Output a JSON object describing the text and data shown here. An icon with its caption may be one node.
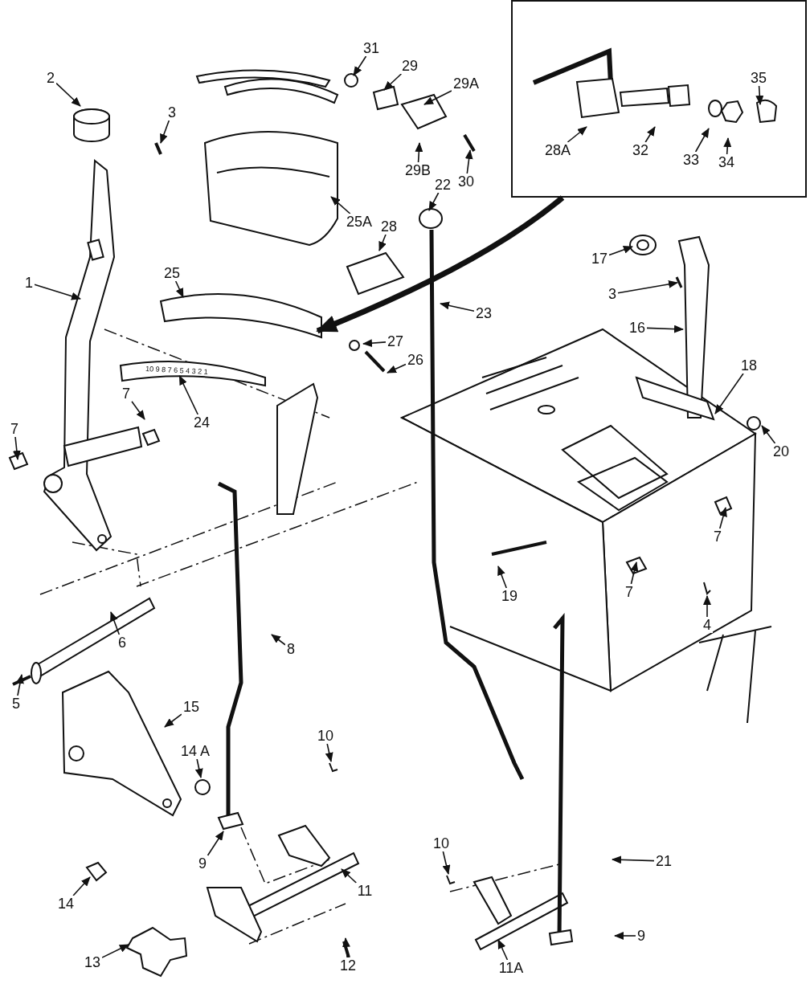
{
  "diagram": {
    "nodes": [
      {
        "text": [],
        "shape": "box"
      },
      {
        "text": [
          "28A"
        ],
        "in": 0
      },
      {
        "text": [
          "32"
        ],
        "in": 0
      },
      {
        "text": [
          "33"
        ],
        "in": 0
      },
      {
        "text": [
          "34"
        ],
        "in": 0
      },
      {
        "text": [
          "35"
        ],
        "in": 0
      },
      {
        "text": [
          "2"
        ]
      },
      {
        "text": [
          "3"
        ]
      },
      {
        "text": [
          "31"
        ]
      },
      {
        "text": [
          "29"
        ]
      },
      {
        "text": [
          "29A"
        ]
      },
      {
        "text": [
          "29B"
        ]
      },
      {
        "text": [
          "30"
        ]
      },
      {
        "text": [
          "25A"
        ]
      },
      {
        "text": [
          "22"
        ]
      },
      {
        "text": [
          "28"
        ]
      },
      {
        "text": [
          "1"
        ]
      },
      {
        "text": [
          "25"
        ]
      },
      {
        "text": [
          "23"
        ]
      },
      {
        "text": [
          "17"
        ]
      },
      {
        "text": [
          "3"
        ]
      },
      {
        "text": [
          "16"
        ]
      },
      {
        "text": [
          "27"
        ]
      },
      {
        "text": [
          "26"
        ]
      },
      {
        "text": [
          "24"
        ]
      },
      {
        "text": [
          "18"
        ]
      },
      {
        "text": [
          "7"
        ]
      },
      {
        "text": [
          "7"
        ]
      },
      {
        "text": [
          "20"
        ]
      },
      {
        "text": [
          "7"
        ]
      },
      {
        "text": [
          "19"
        ]
      },
      {
        "text": [
          "7"
        ]
      },
      {
        "text": [
          "4"
        ]
      },
      {
        "text": [
          "8"
        ]
      },
      {
        "text": [
          "6"
        ]
      },
      {
        "text": [
          "5"
        ]
      },
      {
        "text": [
          "15"
        ]
      },
      {
        "text": [
          "14 A"
        ]
      },
      {
        "text": [
          "10"
        ]
      },
      {
        "text": [
          "9"
        ]
      },
      {
        "text": [
          "21"
        ]
      },
      {
        "text": [
          "11"
        ]
      },
      {
        "text": [
          "10"
        ]
      },
      {
        "text": [
          "14"
        ]
      },
      {
        "text": [
          "13"
        ]
      },
      {
        "text": [
          "12"
        ]
      },
      {
        "text": [
          "11A"
        ]
      },
      {
        "text": [
          "9"
        ]
      },
      {
        "text": [
          "10 9 8 7 6 5 4 3 2 1"
        ]
      }
    ],
    "edges": [
      {
        "from": 1,
        "to": null,
        "arrow": "to"
      },
      {
        "from": 2,
        "to": null,
        "arrow": "to"
      },
      {
        "from": 3,
        "to": null,
        "arrow": "to"
      },
      {
        "from": 4,
        "to": null,
        "arrow": "to"
      },
      {
        "from": 5,
        "to": null,
        "arrow": "to"
      },
      {
        "from": 6,
        "to": null,
        "arrow": "to"
      },
      {
        "from": 7,
        "to": null,
        "arrow": "to"
      },
      {
        "from": 8,
        "to": null,
        "arrow": "to"
      },
      {
        "from": 9,
        "to": null,
        "arrow": "to"
      },
      {
        "from": 10,
        "to": null,
        "arrow": "to"
      },
      {
        "from": 11,
        "to": null,
        "arrow": "to"
      },
      {
        "from": 12,
        "to": null,
        "arrow": "to"
      },
      {
        "from": 13,
        "to": null,
        "arrow": "to"
      },
      {
        "from": 14,
        "to": null,
        "arrow": "to"
      },
      {
        "from": 15,
        "to": null,
        "arrow": "to"
      },
      {
        "from": 16,
        "to": null,
        "arrow": "to"
      },
      {
        "from": 17,
        "to": null,
        "arrow": "to"
      },
      {
        "from": 18,
        "to": null,
        "arrow": "to"
      },
      {
        "from": 19,
        "to": null,
        "arrow": "to"
      },
      {
        "from": 20,
        "to": null,
        "arrow": "to"
      },
      {
        "from": 21,
        "to": null,
        "arrow": "to"
      },
      {
        "from": 22,
        "to": null,
        "arrow": "to"
      },
      {
        "from": 23,
        "to": null,
        "arrow": "to"
      },
      {
        "from": 24,
        "to": 48,
        "arrow": "to"
      },
      {
        "from": 25,
        "to": null,
        "arrow": "to"
      },
      {
        "from": 26,
        "to": null,
        "arrow": "to"
      },
      {
        "from": 27,
        "to": null,
        "arrow": "to"
      },
      {
        "from": 28,
        "to": null,
        "arrow": "to"
      },
      {
        "from": 29,
        "to": null,
        "arrow": "to"
      },
      {
        "from": 30,
        "to": null,
        "arrow": "to"
      },
      {
        "from": 31,
        "to": null,
        "arrow": "to"
      },
      {
        "from": 32,
        "to": null,
        "arrow": "to"
      },
      {
        "from": 33,
        "to": null,
        "arrow": "to"
      },
      {
        "from": 34,
        "to": null,
        "arrow": "to"
      },
      {
        "from": 35,
        "to": null,
        "arrow": "to"
      },
      {
        "from": 36,
        "to": null,
        "arrow": "to"
      },
      {
        "from": 37,
        "to": null,
        "arrow": "to"
      },
      {
        "from": 38,
        "to": null,
        "arrow": "to"
      },
      {
        "from": 39,
        "to": null,
        "arrow": "to"
      },
      {
        "from": 40,
        "to": null,
        "arrow": "to"
      },
      {
        "from": 41,
        "to": null,
        "arrow": "to"
      },
      {
        "from": 42,
        "to": null,
        "arrow": "to"
      },
      {
        "from": 43,
        "to": null,
        "arrow": "to"
      },
      {
        "from": 44,
        "to": null,
        "arrow": "to"
      },
      {
        "from": 45,
        "to": null,
        "arrow": "to"
      },
      {
        "from": 46,
        "to": null,
        "arrow": "to"
      },
      {
        "from": 47,
        "to": null,
        "arrow": "to"
      },
      {
        "from": 0,
        "to": null,
        "arrow": "to",
        "style": "thick"
      }
    ]
  }
}
